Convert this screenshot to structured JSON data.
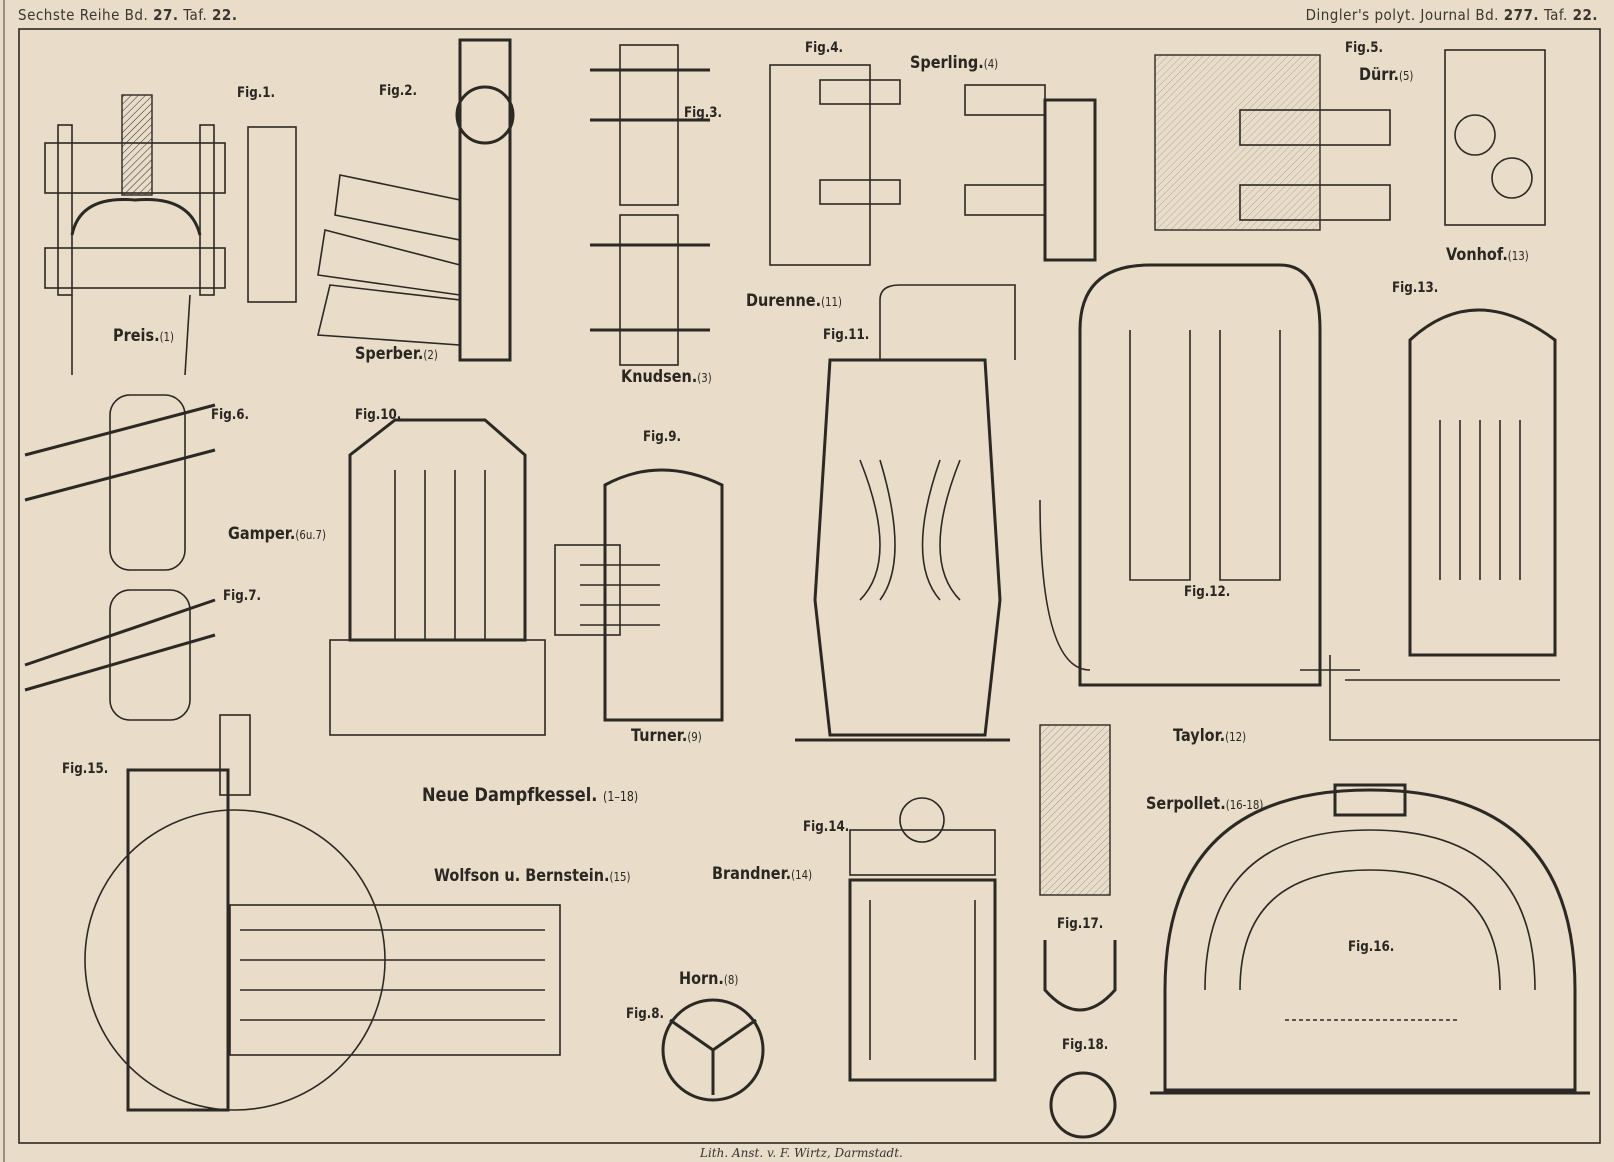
{
  "header": {
    "left_prefix": "Sechste Reihe Bd.",
    "left_volume": "27.",
    "left_taf_label": "Taf.",
    "left_taf": "22.",
    "right_prefix": "Dingler's polyt. Journal Bd.",
    "right_volume": "277.",
    "right_taf_label": "Taf.",
    "right_taf": "22."
  },
  "title": {
    "text": "Neue Dampfkessel.",
    "range": "(1–18)"
  },
  "figures": [
    {
      "label": "Fig.1."
    },
    {
      "label": "Fig.2."
    },
    {
      "label": "Fig.3."
    },
    {
      "label": "Fig.4."
    },
    {
      "label": "Fig.5."
    },
    {
      "label": "Fig.6."
    },
    {
      "label": "Fig.7."
    },
    {
      "label": "Fig.8."
    },
    {
      "label": "Fig.9."
    },
    {
      "label": "Fig.10."
    },
    {
      "label": "Fig.11."
    },
    {
      "label": "Fig.12."
    },
    {
      "label": "Fig.13."
    },
    {
      "label": "Fig.14."
    },
    {
      "label": "Fig.15."
    },
    {
      "label": "Fig.16."
    },
    {
      "label": "Fig.17."
    },
    {
      "label": "Fig.18."
    }
  ],
  "inventors": [
    {
      "name": "Preis.",
      "ref": "(1)"
    },
    {
      "name": "Sperber.",
      "ref": "(2)"
    },
    {
      "name": "Knudsen.",
      "ref": "(3)"
    },
    {
      "name": "Sperling.",
      "ref": "(4)"
    },
    {
      "name": "Dürr.",
      "ref": "(5)"
    },
    {
      "name": "Vonhof.",
      "ref": "(13)"
    },
    {
      "name": "Durenne.",
      "ref": "(11)"
    },
    {
      "name": "Gamper.",
      "ref": "(6u.7)"
    },
    {
      "name": "Turner.",
      "ref": "(9)"
    },
    {
      "name": "Taylor.",
      "ref": "(12)"
    },
    {
      "name": "Wolfson u. Bernstein.",
      "ref": "(15)"
    },
    {
      "name": "Brandner.",
      "ref": "(14)"
    },
    {
      "name": "Serpollet.",
      "ref": "(16-18)"
    },
    {
      "name": "Horn.",
      "ref": "(8)"
    }
  ],
  "credit": "Lith. Anst. v. F. Wirtz, Darmstadt."
}
